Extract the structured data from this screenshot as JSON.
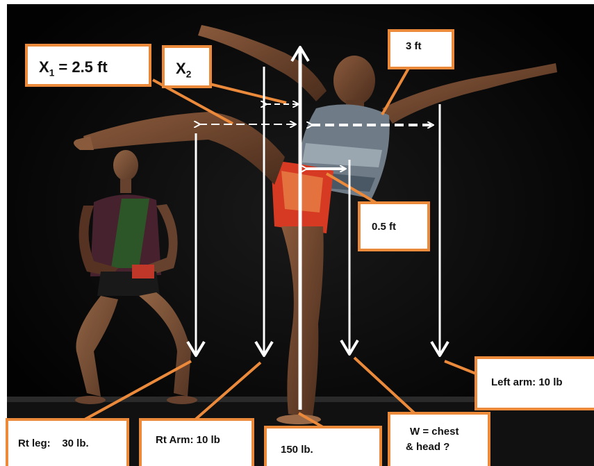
{
  "labels": {
    "x1_prefix": "X",
    "x1_sub": "1",
    "x1_value": " = 2.5 ft",
    "x2_prefix": "X",
    "x2_sub": "2",
    "three_ft": "3 ft",
    "half_ft": "0.5 ft",
    "left_arm": "Left arm: 10 lb",
    "rt_leg": "Rt leg:    30 lb.",
    "rt_arm": "Rt Arm: 10 lb",
    "body_weight": "150 lb.",
    "w_chest_line1": "W = chest",
    "w_chest_line2": "& head ?"
  },
  "colors": {
    "callout_border": "#ec8a3c",
    "arrow": "#ffffff",
    "background": "#050505"
  }
}
